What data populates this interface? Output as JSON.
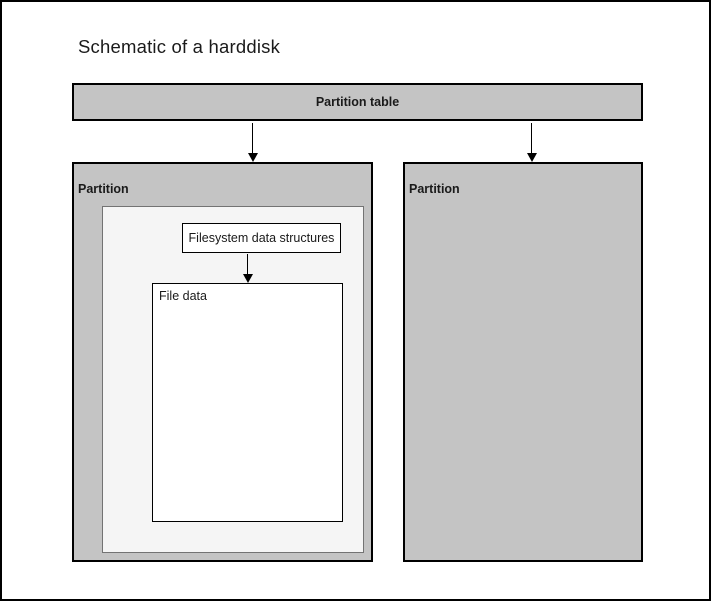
{
  "title": "Schematic of a harddisk",
  "partition_table": {
    "label": "Partition table"
  },
  "left_partition": {
    "label": "Partition",
    "filesystem_data_structures": {
      "label": "Filesystem data structures"
    },
    "file_data": {
      "label": "File data"
    }
  },
  "right_partition": {
    "label": "Partition"
  },
  "colors": {
    "page_bg": "#ffffff",
    "frame_border": "#000000",
    "partition_fill": "#c4c4c4",
    "partition_border": "#000000",
    "inner_fill": "#f5f5f5",
    "inner_border": "#737373",
    "leaf_fill": "#ffffff",
    "leaf_border": "#000000",
    "arrow": "#000000",
    "text": "#1a1a1a"
  }
}
